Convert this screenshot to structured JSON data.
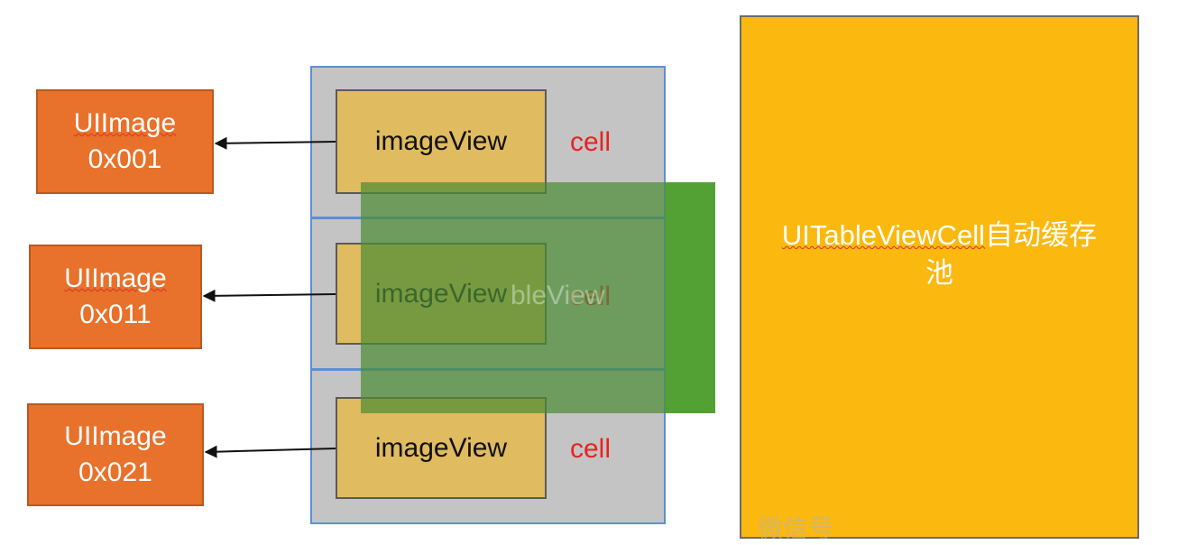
{
  "uiimages": [
    {
      "name": "UIImage",
      "address": "0x001"
    },
    {
      "name": "UIImage",
      "address": "0x011"
    },
    {
      "name": "UIImage",
      "address": "0x021"
    }
  ],
  "cells": [
    {
      "imageview_label": "imageView",
      "cell_label": "cell"
    },
    {
      "imageview_label": "imageView",
      "cell_label": "cell"
    },
    {
      "imageview_label": "imageView",
      "cell_label": "cell"
    }
  ],
  "tableview_overlay_text": "bleView",
  "pool": {
    "label_part1": "UITableViewCell",
    "label_part2": "自动缓存池"
  },
  "watermark": "微信号",
  "colors": {
    "uiimage_fill": "#e8712b",
    "imageview_fill": "#e0bb5f",
    "cell_text": "#e82222",
    "table_border": "#5b8fd3",
    "pool_fill": "#fbb80f",
    "overlay_green": "#4a8c34"
  }
}
